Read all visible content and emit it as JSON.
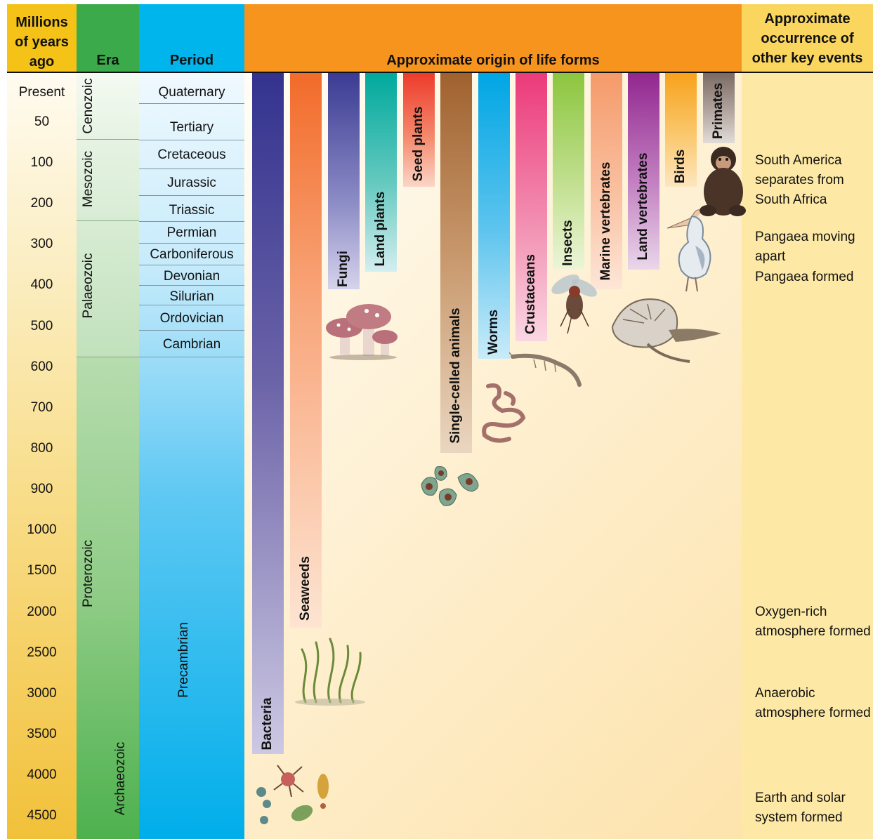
{
  "headers": {
    "years": "Millions of years ago",
    "era": "Era",
    "period": "Period",
    "life_forms": "Approximate origin of life forms",
    "events": "Approximate occurrence of other key events"
  },
  "colors": {
    "years_header": "#f5c218",
    "era_header": "#3aaa4a",
    "period_header": "#00b5ec",
    "life_header": "#f7941d",
    "events_header": "#fbd65f"
  },
  "ticks": [
    "Present",
    "50",
    "100",
    "200",
    "300",
    "400",
    "500",
    "600",
    "700",
    "800",
    "900",
    "1000",
    "1500",
    "2000",
    "2500",
    "3000",
    "3500",
    "4000",
    "4500"
  ],
  "eras": [
    "Cenozoic",
    "Mesozoic",
    "Palaeozoic",
    "Proterozoic",
    "Archaeozoic"
  ],
  "periods": [
    "Quaternary",
    "Tertiary",
    "Cretaceous",
    "Jurassic",
    "Triassic",
    "Permian",
    "Carboniferous",
    "Devonian",
    "Silurian",
    "Ordovician",
    "Cambrian",
    "Precambrian"
  ],
  "life_forms": [
    {
      "label": "Bacteria",
      "color": "#33338f",
      "icon": "bacteria-icon"
    },
    {
      "label": "Seaweeds",
      "color": "#f26b2a",
      "icon": "seaweed-icon"
    },
    {
      "label": "Fungi",
      "color": "#3b3b94",
      "icon": "mushroom-icon"
    },
    {
      "label": "Land plants",
      "color": "#00a99d",
      "icon": ""
    },
    {
      "label": "Seed plants",
      "color": "#ed3b2b",
      "icon": ""
    },
    {
      "label": "Single-celled animals",
      "color": "#a0622f",
      "icon": "amoeba-icon"
    },
    {
      "label": "Worms",
      "color": "#00a6e4",
      "icon": "worm-icon"
    },
    {
      "label": "Crustaceans",
      "color": "#ec3a7a",
      "icon": "shrimp-icon"
    },
    {
      "label": "Insects",
      "color": "#8cc63f",
      "icon": "fly-icon"
    },
    {
      "label": "Marine vertebrates",
      "color": "#f59a6a",
      "icon": ""
    },
    {
      "label": "Land vertebrates",
      "color": "#92278f",
      "icon": "lizard-icon"
    },
    {
      "label": "Birds",
      "color": "#f7a21c",
      "icon": "pelican-icon"
    },
    {
      "label": "Primates",
      "color": "#7a6a63",
      "icon": "chimpanzee-icon"
    }
  ],
  "events": [
    "South America separates from South Africa",
    "Pangaea moving apart",
    "Pangaea formed",
    "Oxygen-rich atmosphere formed",
    "Anaerobic atmosphere formed",
    "Earth and solar system formed"
  ]
}
